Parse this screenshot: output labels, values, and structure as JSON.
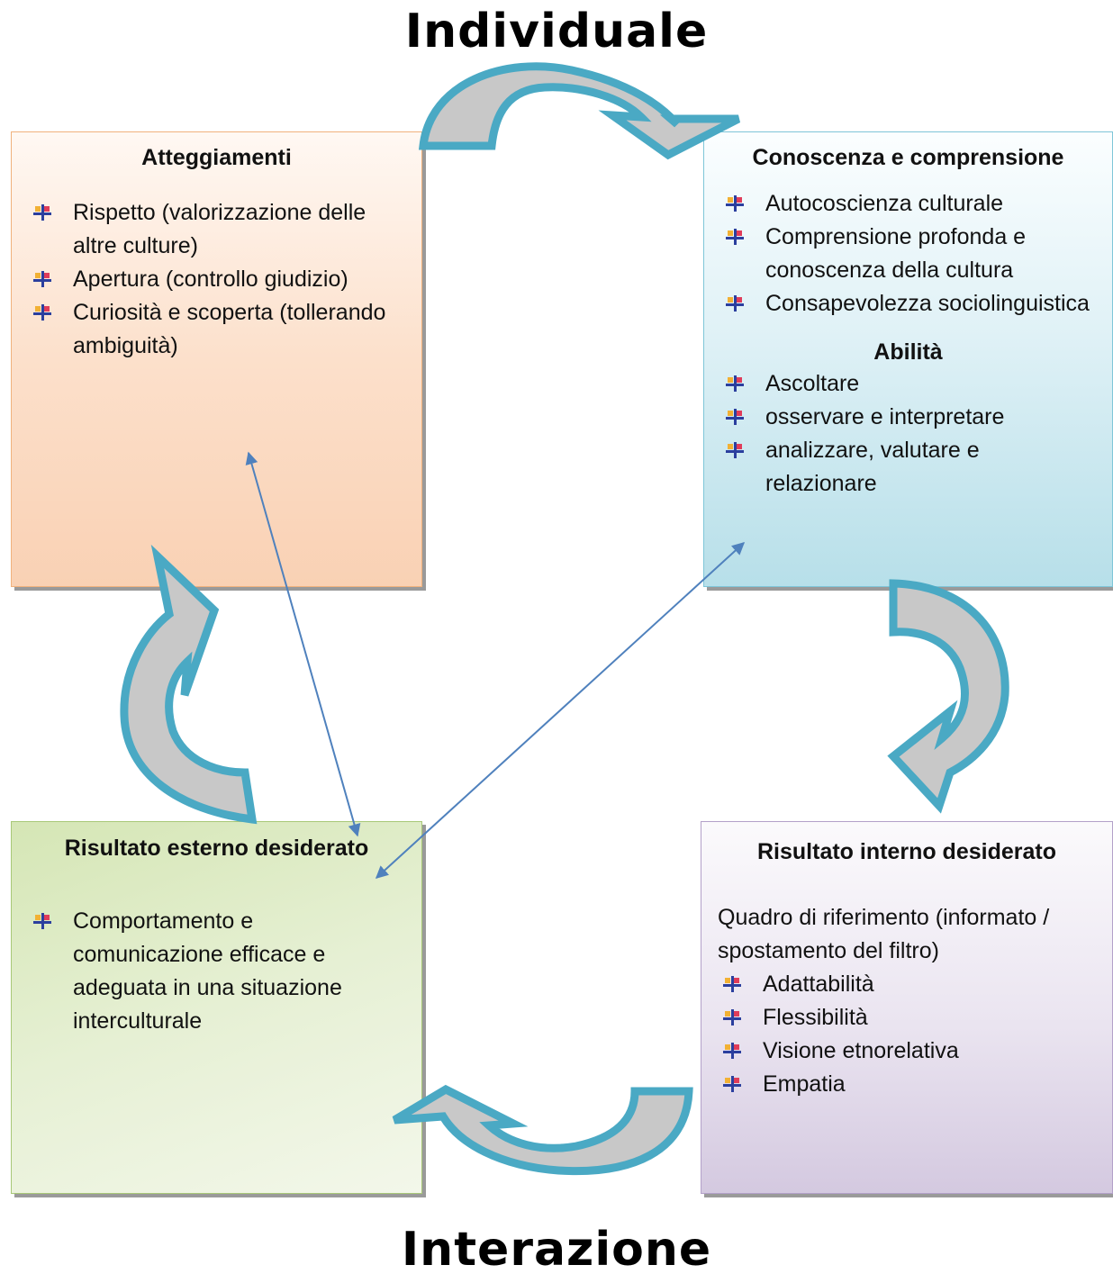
{
  "titles": {
    "top": "Individuale",
    "bottom": "Interazione"
  },
  "boxes": {
    "attitudes": {
      "title": "Atteggiamenti",
      "items": [
        "Rispetto (valorizzazione delle altre culture)",
        "Apertura (controllo giudizio)",
        "Curiosità e scoperta (tollerando ambiguità)"
      ]
    },
    "knowledge": {
      "title": "Conoscenza e comprensione",
      "items": [
        "Autocoscienza culturale",
        "Comprensione profonda e conoscenza della cultura",
        "Consapevolezza sociolinguistica"
      ],
      "skills_title": "Abilità",
      "skills": [
        "Ascoltare",
        "osservare e interpretare",
        "analizzare, valutare e relazionare"
      ]
    },
    "external": {
      "title": "Risultato esterno desiderato",
      "items": [
        "Comportamento e comunicazione efficace e adeguata in una situazione interculturale"
      ]
    },
    "internal": {
      "title": "Risultato interno desiderato",
      "intro": "Quadro di riferimento (informato / spostamento del filtro)",
      "items": [
        "Adattabilità",
        "Flessibilità",
        "Visione etnorelativa",
        "Empatia"
      ]
    }
  },
  "colors": {
    "curved_arrow_stroke": "#4aa9c4",
    "curved_arrow_fill": "#c8c8c8",
    "connector_line": "#4f81bd"
  }
}
